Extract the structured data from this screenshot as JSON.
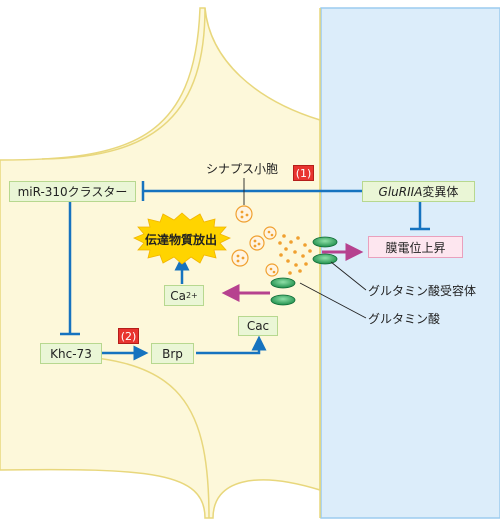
{
  "labels": {
    "mir310": "miR-310クラスター",
    "gluriia_italic": "GluRIIA",
    "gluriia_rest": "変異体",
    "synaptic_vesicle": "シナプス小胞",
    "neurotransmitter_release": "伝達物質放出",
    "membrane_potential_rise": "膜電位上昇",
    "ca_base": "Ca",
    "ca_sup": "2+",
    "cac": "Cac",
    "glutamate_receptor": "グルタミン酸受容体",
    "glutamate": "グルタミン酸",
    "khc73": "Khc-73",
    "brp": "Brp"
  },
  "badges": {
    "one": "(1)",
    "two": "(2)"
  },
  "colors": {
    "terminal_fill": "#fdf8da",
    "terminal_stroke": "#e8d77c",
    "postsynaptic_fill": "#dcedfa",
    "postsynaptic_stroke": "#9ccbef",
    "blue_arrow": "#1673bf",
    "magenta_arrow": "#b6428f",
    "receptor_green": "#27a35a",
    "vesicle_orange": "#f0a030",
    "burst_yellow": "#ffd400"
  }
}
